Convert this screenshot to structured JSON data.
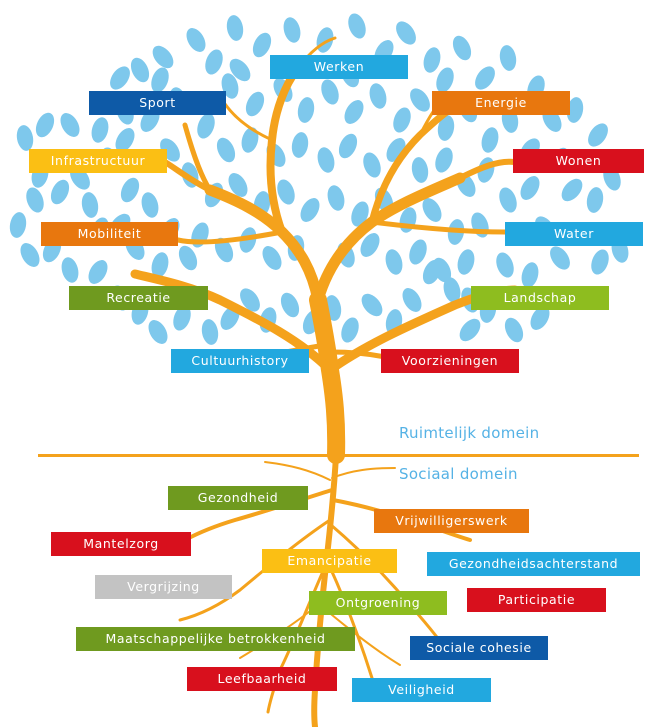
{
  "colors": {
    "leaf": "#7ec8ec",
    "trunk": "#f4a21c",
    "divider": "#f4a21c",
    "domain_text": "#55b2e5",
    "label_palette": {
      "light_blue": "#22a8df",
      "dark_blue": "#0e5aa7",
      "orange": "#e8770e",
      "yellow": "#fbbf14",
      "red": "#d8101d",
      "green": "#6f9a1f",
      "light_green": "#8ebd1f",
      "grey": "#c3c3c3",
      "light_orange": "#f29b24"
    }
  },
  "domains": {
    "upper": "Ruimtelijk domein",
    "lower": "Sociaal domein"
  },
  "branch_labels": [
    {
      "text": "Werken",
      "color": "#22a8df"
    },
    {
      "text": "Sport",
      "color": "#0e5aa7"
    },
    {
      "text": "Energie",
      "color": "#e8770e"
    },
    {
      "text": "Infrastructuur",
      "color": "#fbbf14"
    },
    {
      "text": "Wonen",
      "color": "#d8101d"
    },
    {
      "text": "Mobiliteit",
      "color": "#e8770e"
    },
    {
      "text": "Water",
      "color": "#22a8df"
    },
    {
      "text": "Recreatie",
      "color": "#6f9a1f"
    },
    {
      "text": "Landschap",
      "color": "#8ebd1f"
    },
    {
      "text": "Cultuurhistory",
      "color": "#22a8df"
    },
    {
      "text": "Voorzieningen",
      "color": "#d8101d"
    }
  ],
  "root_labels": [
    {
      "text": "Gezondheid",
      "color": "#6f9a1f"
    },
    {
      "text": "Vrijwilligerswerk",
      "color": "#e8770e"
    },
    {
      "text": "Mantelzorg",
      "color": "#d8101d"
    },
    {
      "text": "Emancipatie",
      "color": "#fbbf14"
    },
    {
      "text": "Gezondheidsachterstand",
      "color": "#22a8df"
    },
    {
      "text": "Vergrijzing",
      "color": "#c3c3c3"
    },
    {
      "text": "Ontgroening",
      "color": "#8ebd1f"
    },
    {
      "text": "Participatie",
      "color": "#d8101d"
    },
    {
      "text": "Maatschappelijke betrokkenheid",
      "color": "#6f9a1f"
    },
    {
      "text": "Sociale cohesie",
      "color": "#0e5aa7"
    },
    {
      "text": "Leefbaarheid",
      "color": "#d8101d"
    },
    {
      "text": "Veiligheid",
      "color": "#22a8df"
    }
  ]
}
